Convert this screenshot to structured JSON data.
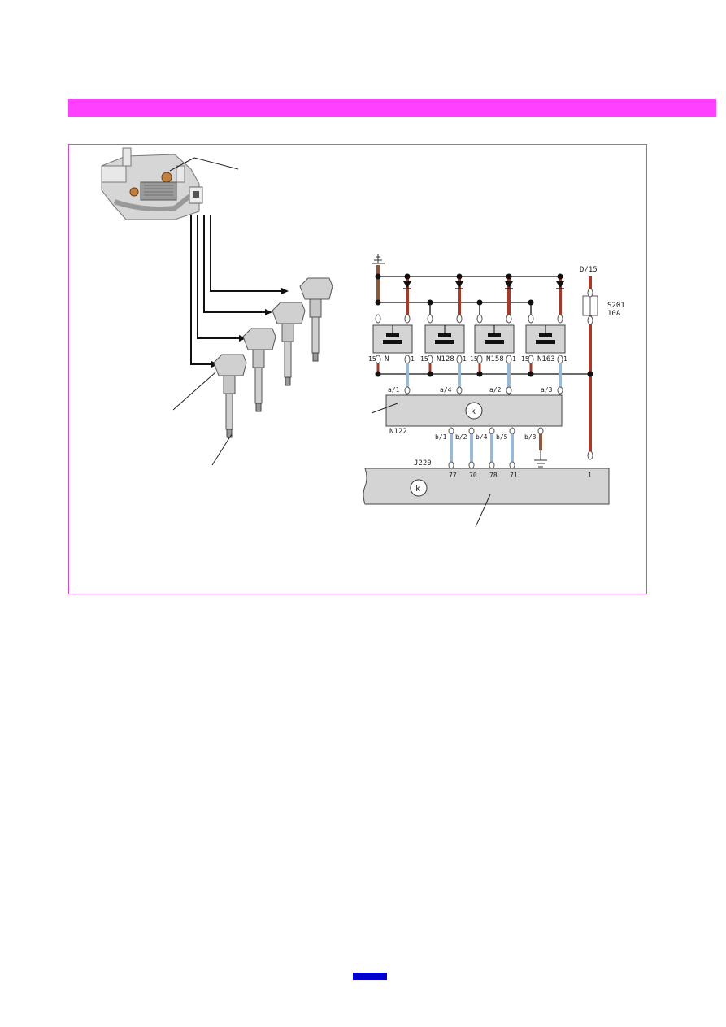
{
  "colors": {
    "header_bar": "#ff40ff",
    "frame_border": "#d24bd2",
    "page_marker": "#0000cc",
    "wire_red": "#a53a2a",
    "wire_blue": "#9bb8d6",
    "wire_brown": "#8a5a3a",
    "module_fill": "#d4d4d4"
  },
  "schematic": {
    "supply_label": "D/15",
    "fuse_label": "S201",
    "fuse_rating": "10A",
    "coils": [
      {
        "name": "N",
        "pin_left": "15",
        "pin_right": "1",
        "connector": "a/1"
      },
      {
        "name": "N128",
        "pin_left": "15",
        "pin_right": "1",
        "connector": "a/4"
      },
      {
        "name": "N158",
        "pin_left": "15",
        "pin_right": "1",
        "connector": "a/2"
      },
      {
        "name": "N163",
        "pin_left": "15",
        "pin_right": "1",
        "connector": "a/3"
      }
    ],
    "output_stage": {
      "name": "N122",
      "symbol": "k"
    },
    "control_unit": {
      "name": "J220",
      "symbol": "k"
    },
    "b_connectors": [
      "b/1",
      "b/2",
      "b/4",
      "b/5",
      "b/3"
    ],
    "ecu_pins": [
      "77",
      "70",
      "78",
      "71",
      "1"
    ]
  }
}
